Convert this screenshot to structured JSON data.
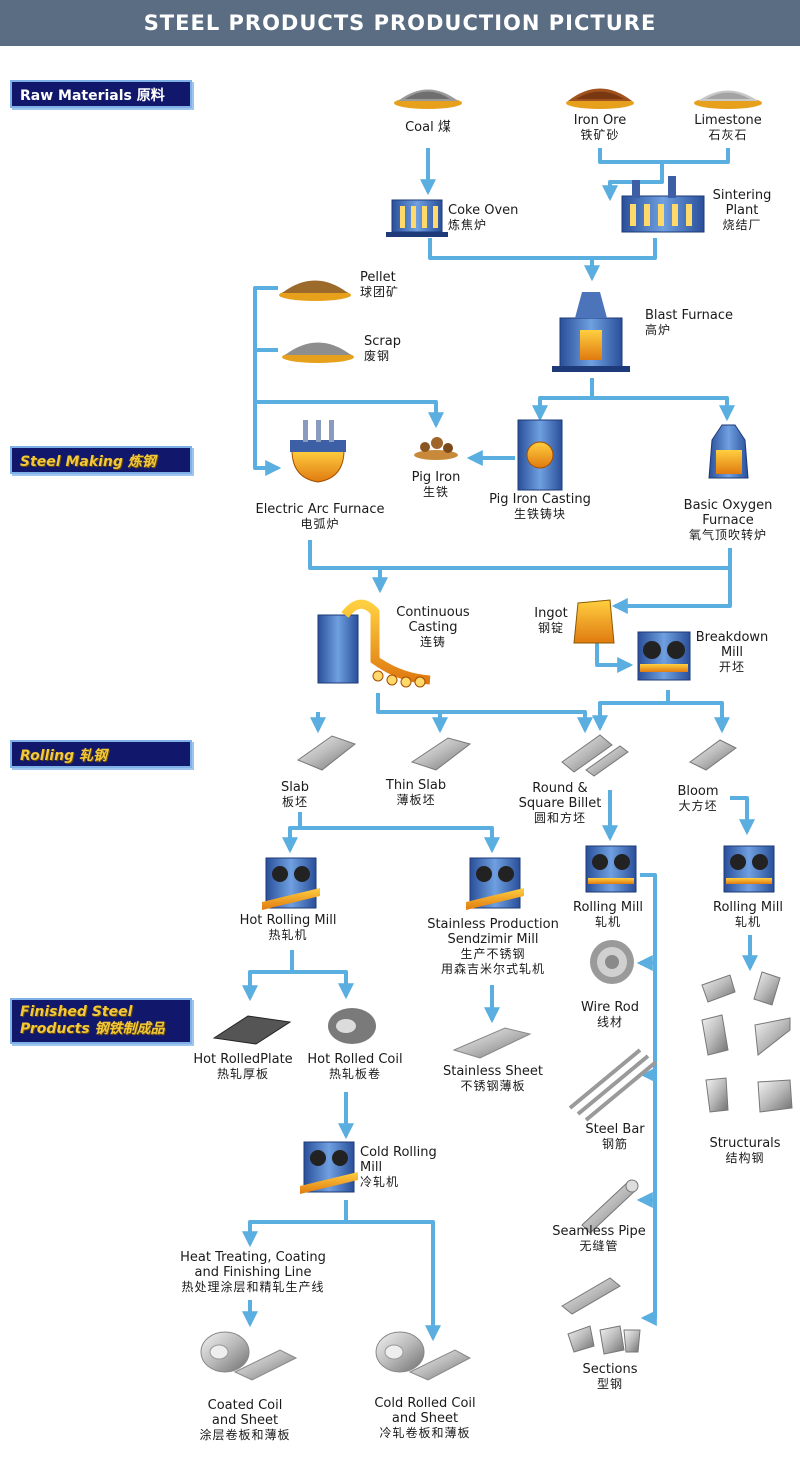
{
  "banner": {
    "title": "STEEL PRODUCTS PRODUCTION PICTURE"
  },
  "colors": {
    "banner_bg": "#5a6d83",
    "flow_line": "#5aaee0",
    "section_bg": "#11186b",
    "section_gold": "#f2c83d"
  },
  "sections": {
    "raw_materials": "Raw Materials 原料",
    "steel_making": "Steel Making 炼钢",
    "rolling": "Rolling 轧钢",
    "finished_en": "Finished Steel",
    "finished_cn": "Products 钢铁制成品"
  },
  "nodes": {
    "coal": {
      "en": "Coal",
      "cn": "煤"
    },
    "iron_ore": {
      "en": "Iron Ore",
      "cn": "铁矿砂"
    },
    "limestone": {
      "en": "Limestone",
      "cn": "石灰石"
    },
    "coke_oven": {
      "en": "Coke Oven",
      "cn": "炼焦炉"
    },
    "sintering": {
      "en1": "Sintering",
      "en2": "Plant",
      "cn": "烧结厂"
    },
    "pellet": {
      "en": "Pellet",
      "cn": "球团矿"
    },
    "scrap": {
      "en": "Scrap",
      "cn": "废钢"
    },
    "blast_furnace": {
      "en": "Blast Furnace",
      "cn": "高炉"
    },
    "pig_iron": {
      "en": "Pig Iron",
      "cn": "生铁"
    },
    "pig_iron_casting": {
      "en": "Pig Iron Casting",
      "cn": "生铁铸块"
    },
    "eaf": {
      "en": "Electric Arc Furnace",
      "cn": "电弧炉"
    },
    "bof": {
      "en1": "Basic Oxygen",
      "en2": "Furnace",
      "cn": "氧气顶吹转炉"
    },
    "continuous_casting": {
      "en1": "Continuous",
      "en2": "Casting",
      "cn": "连铸"
    },
    "ingot": {
      "en": "Ingot",
      "cn": "钢锭"
    },
    "breakdown_mill": {
      "en1": "Breakdown",
      "en2": "Mill",
      "cn": "开坯"
    },
    "slab": {
      "en": "Slab",
      "cn": "板坯"
    },
    "thin_slab": {
      "en": "Thin Slab",
      "cn": "薄板坯"
    },
    "billet": {
      "en1": "Round &",
      "en2": "Square Billet",
      "cn": "圆和方坯"
    },
    "bloom": {
      "en": "Bloom",
      "cn": "大方坯"
    },
    "hot_rolling_mill": {
      "en": "Hot Rolling Mill",
      "cn": "热轧机"
    },
    "stainless_prod": {
      "en1": "Stainless Production",
      "en2": "Sendzimir Mill",
      "cn1": "生产不锈钢",
      "cn2": "用森吉米尔式轧机"
    },
    "rolling_mill_1": {
      "en": "Rolling Mill",
      "cn": "轧机"
    },
    "rolling_mill_2": {
      "en": "Rolling Mill",
      "cn": "轧机"
    },
    "hot_rolled_plate": {
      "en": "Hot RolledPlate",
      "cn": "热轧厚板"
    },
    "hot_rolled_coil": {
      "en": "Hot Rolled Coil",
      "cn": "热轧板卷"
    },
    "stainless_sheet": {
      "en": "Stainless Sheet",
      "cn": "不锈钢薄板"
    },
    "wire_rod": {
      "en": "Wire Rod",
      "cn": "线材"
    },
    "structurals": {
      "en": "Structurals",
      "cn": "结构钢"
    },
    "cold_rolling_mill": {
      "en1": "Cold Rolling",
      "en2": "Mill",
      "cn": "冷轧机"
    },
    "steel_bar": {
      "en": "Steel Bar",
      "cn": "钢筋"
    },
    "seamless_pipe": {
      "en": "Seamless Pipe",
      "cn": "无缝管"
    },
    "heat_treating": {
      "en1": "Heat Treating, Coating",
      "en2": "and Finishing Line",
      "cn": "热处理涂层和精轧生产线"
    },
    "sections_node": {
      "en": "Sections",
      "cn": "型钢"
    },
    "coated_coil": {
      "en1": "Coated Coil",
      "en2": "and Sheet",
      "cn": "涂层卷板和薄板"
    },
    "cold_rolled_coil": {
      "en1": "Cold Rolled Coil",
      "en2": "and Sheet",
      "cn": "冷轧卷板和薄板"
    }
  }
}
